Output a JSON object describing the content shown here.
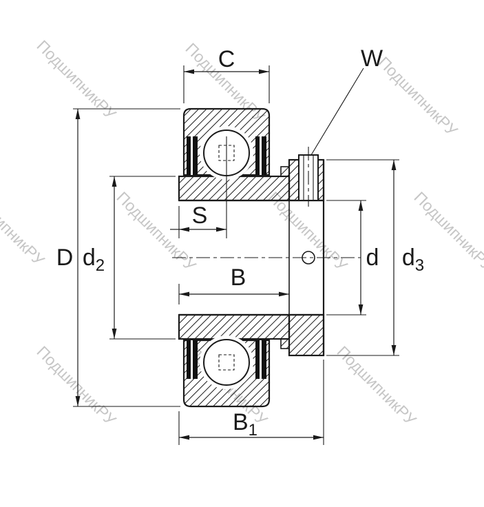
{
  "watermark": {
    "text": "ПодшипникРУ",
    "color": "#c6c6c6"
  },
  "labels": {
    "C": "C",
    "W": "W",
    "D": "D",
    "S": "S",
    "B": "B",
    "d": "d",
    "d2": {
      "base": "d",
      "sub": "2"
    },
    "d3": {
      "base": "d",
      "sub": "3"
    },
    "B1": {
      "base": "B",
      "sub": "1"
    }
  },
  "colors": {
    "line": "#1a1a1a",
    "seal": "#111111",
    "watermark": "#c6c6c6",
    "background": "#ffffff"
  }
}
